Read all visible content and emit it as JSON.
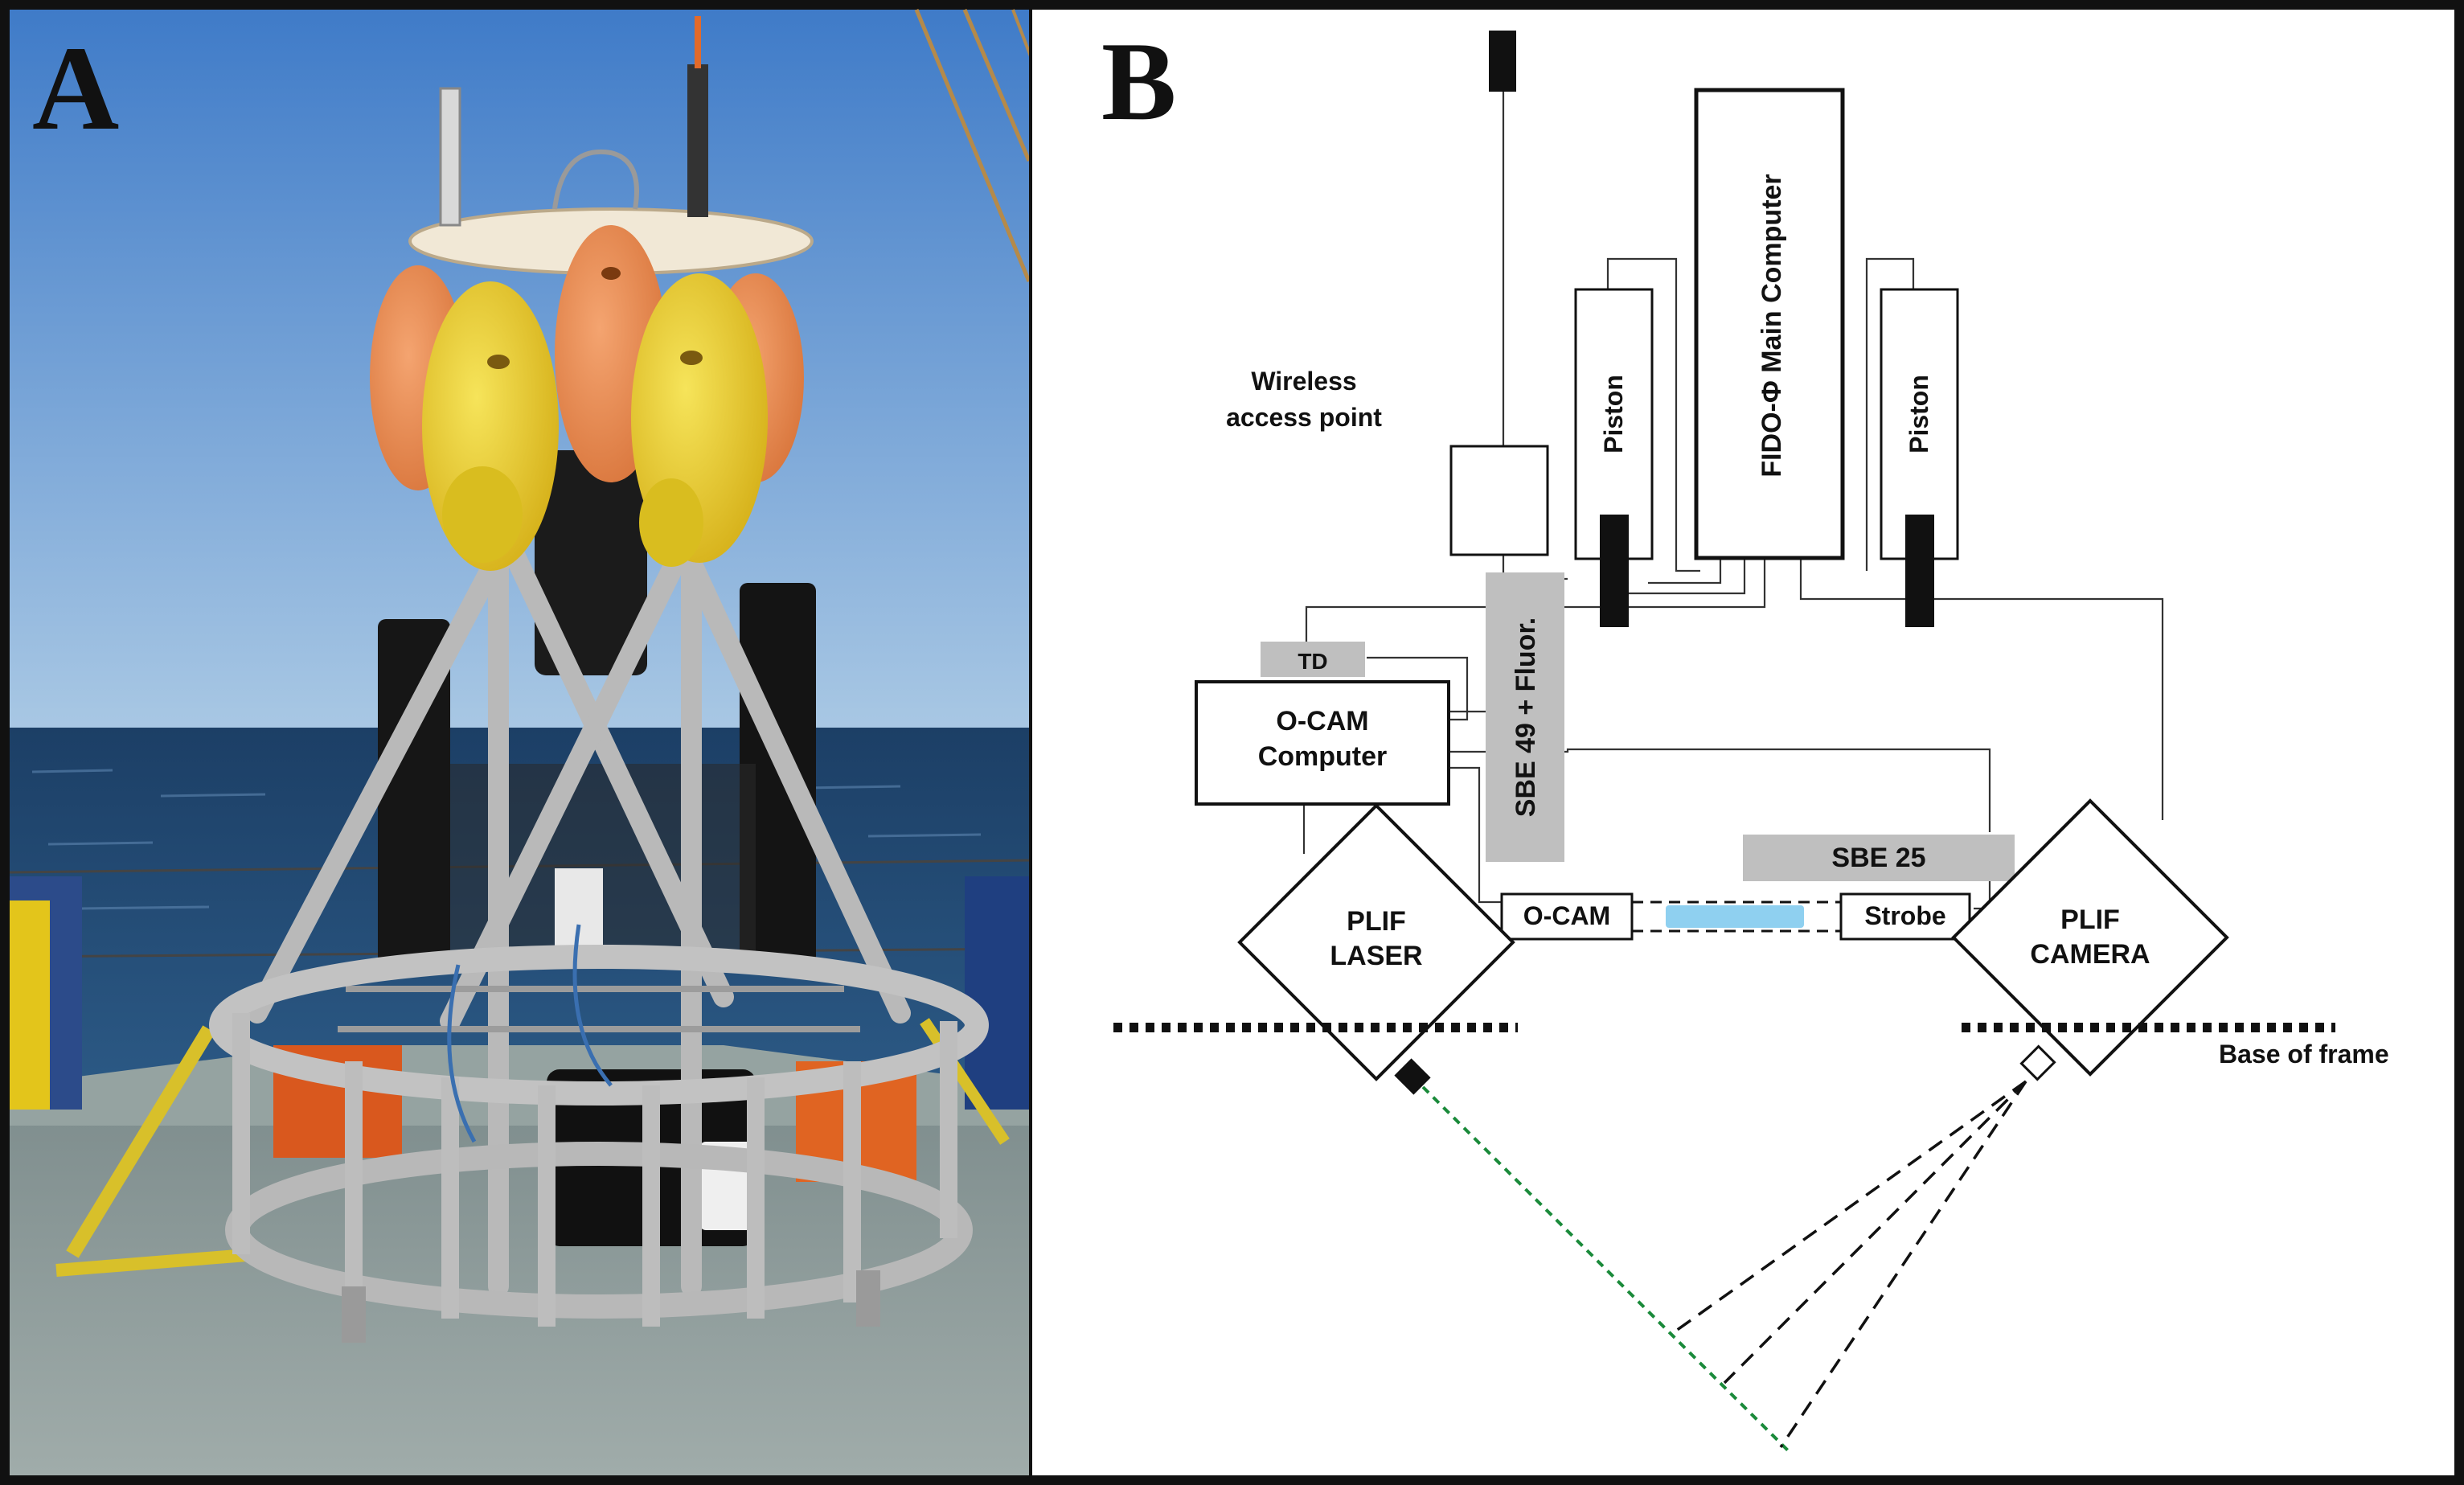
{
  "panels": {
    "a": {
      "letter": "A"
    },
    "b": {
      "letter": "B"
    }
  },
  "diagram": {
    "wireless": {
      "line1": "Wireless",
      "line2": "access point"
    },
    "main_computer": "FIDO-Φ Main Computer",
    "piston_left": "Piston",
    "piston_right": "Piston",
    "td": "TD",
    "ocam_computer": {
      "line1": "O-CAM",
      "line2": "Computer"
    },
    "sbe49": "SBE 49 + Fluor.",
    "sbe25": "SBE 25",
    "ocam": "O-CAM",
    "strobe": "Strobe",
    "plif_laser": {
      "line1": "PLIF",
      "line2": "LASER"
    },
    "plif_camera": {
      "line1": "PLIF",
      "line2": "CAMERA"
    },
    "base_of_frame": "Base of frame"
  },
  "colors": {
    "sky_top": "#3f7bc8",
    "sky_bottom": "#a9c8e4",
    "sea": "#20466f",
    "deck": "#8e9c9a",
    "float_yellow": "#e8cc2a",
    "float_orange": "#ea8a4c",
    "frame_gray": "#b9b9b9",
    "sensor_gray": "#bdbdbd",
    "laser_beam": "#1a8a3a",
    "sample_window": "#8fd0f0"
  }
}
